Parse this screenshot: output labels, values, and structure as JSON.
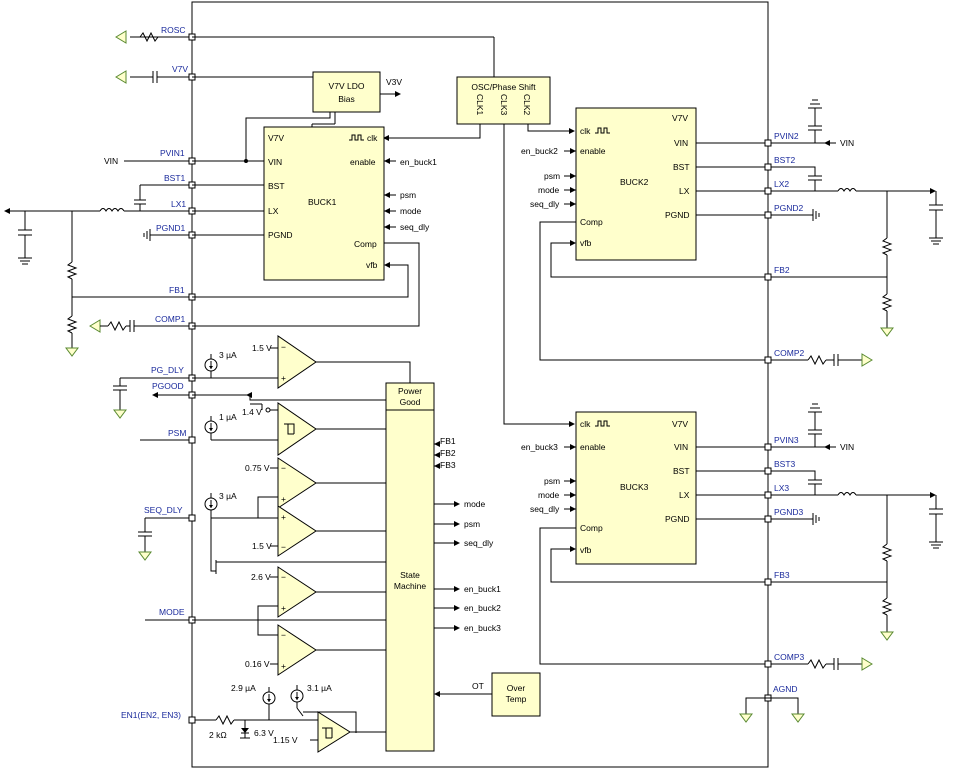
{
  "pins": {
    "rosc": "ROSC",
    "v7v": "V7V",
    "pvin1": "PVIN1",
    "bst1": "BST1",
    "lx1": "LX1",
    "pgnd1": "PGND1",
    "fb1": "FB1",
    "comp1": "COMP1",
    "pg_dly": "PG_DLY",
    "pgood": "PGOOD",
    "psm": "PSM",
    "seq_dly": "SEQ_DLY",
    "mode": "MODE",
    "en1": "EN1(EN2, EN3)",
    "pvin2": "PVIN2",
    "bst2": "BST2",
    "lx2": "LX2",
    "pgnd2": "PGND2",
    "fb2": "FB2",
    "comp2": "COMP2",
    "pvin3": "PVIN3",
    "bst3": "BST3",
    "lx3": "LX3",
    "pgnd3": "PGND3",
    "fb3": "FB3",
    "comp3": "COMP3",
    "agnd": "AGND"
  },
  "external": {
    "vin_left": "VIN",
    "vin_right2": "VIN",
    "vin_right3": "VIN"
  },
  "ldo": {
    "line1": "V7V LDO",
    "line2": "Bias",
    "output": "V3V"
  },
  "osc": {
    "title": "OSC/Phase Shift",
    "clk1": "CLK1",
    "clk3": "CLK3",
    "clk2": "CLK2"
  },
  "buck1": {
    "name": "BUCK1",
    "v7v": "V7V",
    "clk": "clk",
    "vin": "VIN",
    "enable": "enable",
    "bst": "BST",
    "lx": "LX",
    "pgnd": "PGND",
    "comp": "Comp",
    "vfb": "vfb",
    "en_signal": "en_buck1",
    "psm": "psm",
    "mode": "mode",
    "seq_dly": "seq_dly"
  },
  "buck2": {
    "name": "BUCK2",
    "clk": "clk",
    "v7v": "V7V",
    "enable": "enable",
    "vin": "VIN",
    "bst": "BST",
    "lx": "LX",
    "pgnd": "PGND",
    "comp": "Comp",
    "vfb": "vfb",
    "en_signal": "en_buck2",
    "psm": "psm",
    "mode": "mode",
    "seq_dly": "seq_dly"
  },
  "buck3": {
    "name": "BUCK3",
    "clk": "clk",
    "v7v": "V7V",
    "enable": "enable",
    "vin": "VIN",
    "bst": "BST",
    "lx": "LX",
    "pgnd": "PGND",
    "comp": "Comp",
    "vfb": "vfb",
    "en_signal": "en_buck3",
    "psm": "psm",
    "mode": "mode",
    "seq_dly": "seq_dly"
  },
  "power_good": {
    "line1": "Power",
    "line2": "Good"
  },
  "state_machine": {
    "line1": "State",
    "line2": "Machine",
    "inputs": [
      "FB1",
      "FB2",
      "FB3"
    ],
    "outputs": [
      "mode",
      "psm",
      "seq_dly",
      "en_buck1",
      "en_buck2",
      "en_buck3"
    ]
  },
  "over_temp": {
    "line1": "Over",
    "line2": "Temp",
    "signal": "OT"
  },
  "values": {
    "v1_5_top": "1.5 V",
    "i3ua_pg": "3 µA",
    "v1_4": "1.4 V",
    "i1ua": "1 µA",
    "v0_75": "0.75 V",
    "i3ua_seq": "3 µA",
    "v1_5_bot": "1.5 V",
    "v2_6": "2.6 V",
    "v0_16": "0.16 V",
    "i2_9ua": "2.9 µA",
    "i3_1ua": "3.1 µA",
    "r2k": "2 kΩ",
    "z6_3": "6.3 V",
    "v1_15": "1.15 V"
  },
  "colors": {
    "block_fill": "#ffffcc",
    "pin_label": "#1a2a9c",
    "ground_triangle": "#5a8a30"
  }
}
